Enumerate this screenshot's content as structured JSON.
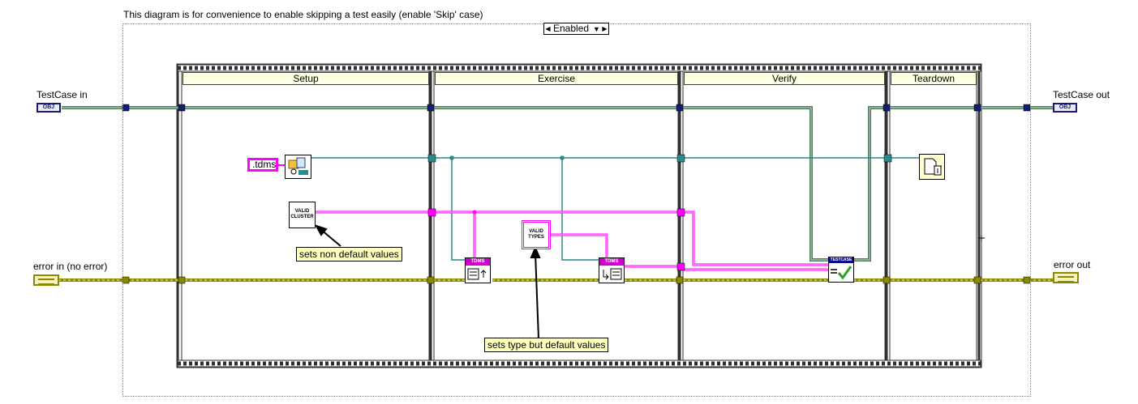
{
  "diagram": {
    "caption": "This diagram is for convenience to enable skipping a test easily (enable 'Skip' case)",
    "case_selector": {
      "value": "Enabled",
      "prev_glyph": "◀",
      "next_glyph": "▶",
      "dropdown_glyph": "▼"
    },
    "frames": [
      "Setup",
      "Exercise",
      "Verify",
      "Teardown"
    ],
    "terminals": {
      "testcase_in": "TestCase in",
      "testcase_out": "TestCase out",
      "error_in": "error in (no error)",
      "error_out": "error out",
      "obj_tag": "OBJ"
    },
    "nodes": {
      "tdms_constant": ".tdms",
      "valid_cluster": "VALID CLUSTER",
      "valid_types": "VALID TYPES",
      "tdms_tag": "TDMS",
      "testcase_tag": "TESTCASE"
    },
    "notes": {
      "non_default": "sets non default values",
      "type_default": "sets type but default values"
    },
    "colors": {
      "class_wire": "#4e7d5e",
      "path_wire": "#2a8a8a",
      "cluster_wire": "#ff00ff",
      "error_wire": "#8a8a00",
      "frame_header": "#ffffe1",
      "note_bg": "#ffffbe"
    }
  }
}
